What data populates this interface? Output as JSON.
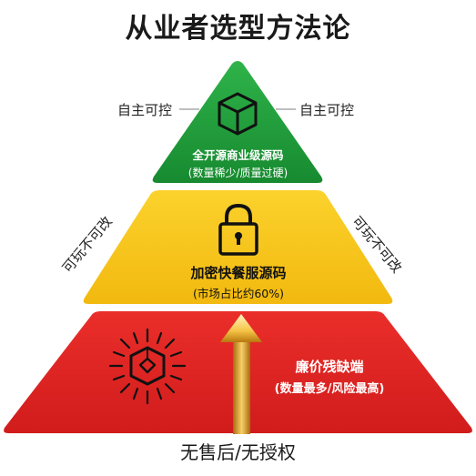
{
  "title": "从业者选型方法论",
  "tiers": {
    "top": {
      "name": "全开源商业级源码",
      "note": "(数量稀少/质量过硬)",
      "side_left": "自主可控",
      "side_right": "自主可控",
      "icon": "cube-icon",
      "color": "#1f9e3a"
    },
    "middle": {
      "name": "加密快餐服源码",
      "note": "(市场占比约60%)",
      "side_left": "可玩不可改",
      "side_right": "可玩不可改",
      "icon": "padlock-icon",
      "color": "#f7c51a"
    },
    "bottom": {
      "name": "廉价残缺端",
      "note": "(数量最多/风险最高)",
      "icon": "broken-cube-icon",
      "color": "#e02424"
    }
  },
  "footer": "无售后/无授权",
  "arrow": "up-arrow"
}
